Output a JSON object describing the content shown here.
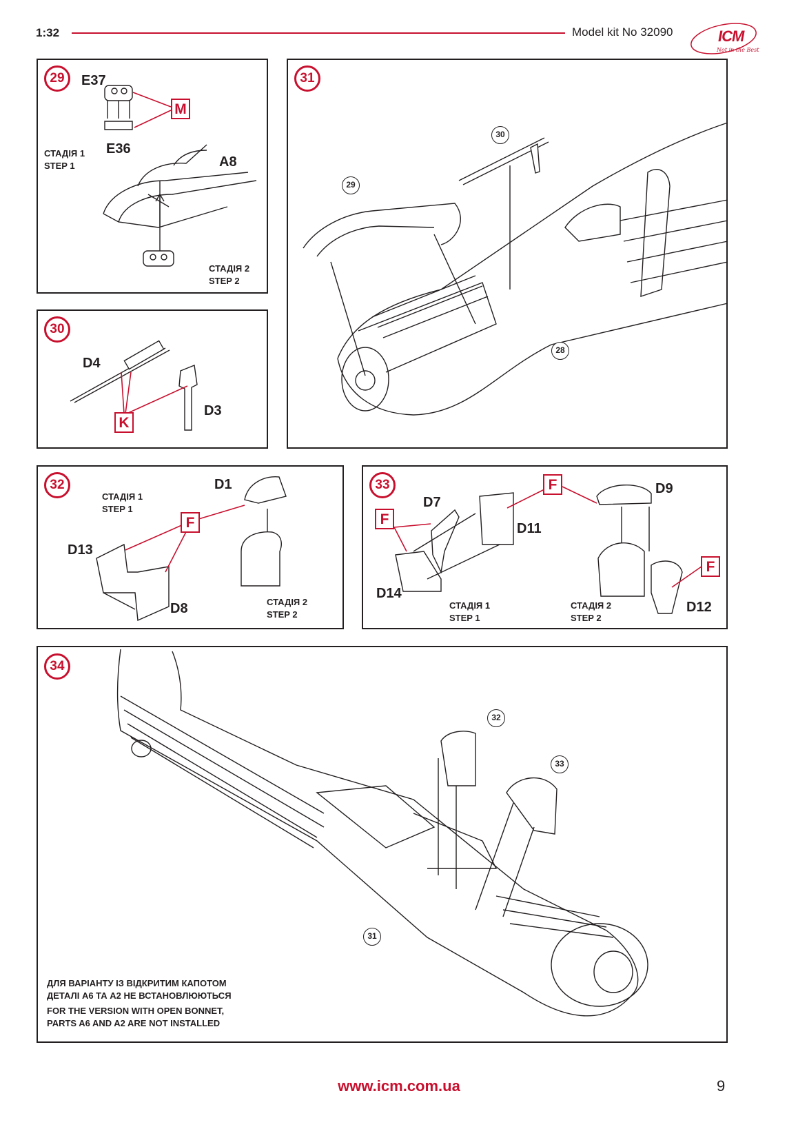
{
  "header": {
    "scale": "1:32",
    "kit": "Model kit No 32090"
  },
  "logo": {
    "brand": "ICM",
    "tagline": "Not in the Best"
  },
  "steps": {
    "s29": {
      "num": "29",
      "stage1": [
        "СТАДІЯ 1",
        "STEP 1"
      ],
      "stage2": [
        "СТАДІЯ 2",
        "STEP 2"
      ],
      "parts": {
        "e37": "E37",
        "e36": "E36",
        "a8": "A8"
      },
      "tag": "M"
    },
    "s30": {
      "num": "30",
      "parts": {
        "d4": "D4",
        "d3": "D3"
      },
      "tag": "K"
    },
    "s31": {
      "num": "31",
      "refs": {
        "r30": "30",
        "r29": "29",
        "r28": "28"
      }
    },
    "s32": {
      "num": "32",
      "stage1": [
        "СТАДІЯ 1",
        "STEP 1"
      ],
      "stage2": [
        "СТАДІЯ 2",
        "STEP 2"
      ],
      "parts": {
        "d1": "D1",
        "d13": "D13",
        "d8": "D8"
      },
      "tag": "F"
    },
    "s33": {
      "num": "33",
      "stage1": [
        "СТАДІЯ 1",
        "STEP 1"
      ],
      "stage2": [
        "СТАДІЯ 2",
        "STEP 2"
      ],
      "parts": {
        "d7": "D7",
        "d11": "D11",
        "d9": "D9",
        "d14": "D14",
        "d12": "D12"
      },
      "tag": "F"
    },
    "s34": {
      "num": "34",
      "refs": {
        "r32": "32",
        "r33": "33",
        "r31": "31"
      },
      "note": [
        "ДЛЯ ВАРІАНТУ ІЗ ВІДКРИТИМ КАПОТОМ",
        "ДЕТАЛІ А6 ТА А2 НЕ ВСТАНОВЛЮЮТЬСЯ",
        "FOR THE VERSION WITH OPEN BONNET,",
        "PARTS A6 AND A2 ARE NOT INSTALLED"
      ]
    }
  },
  "footer": {
    "url": "www.icm.com.ua",
    "page": "9"
  }
}
